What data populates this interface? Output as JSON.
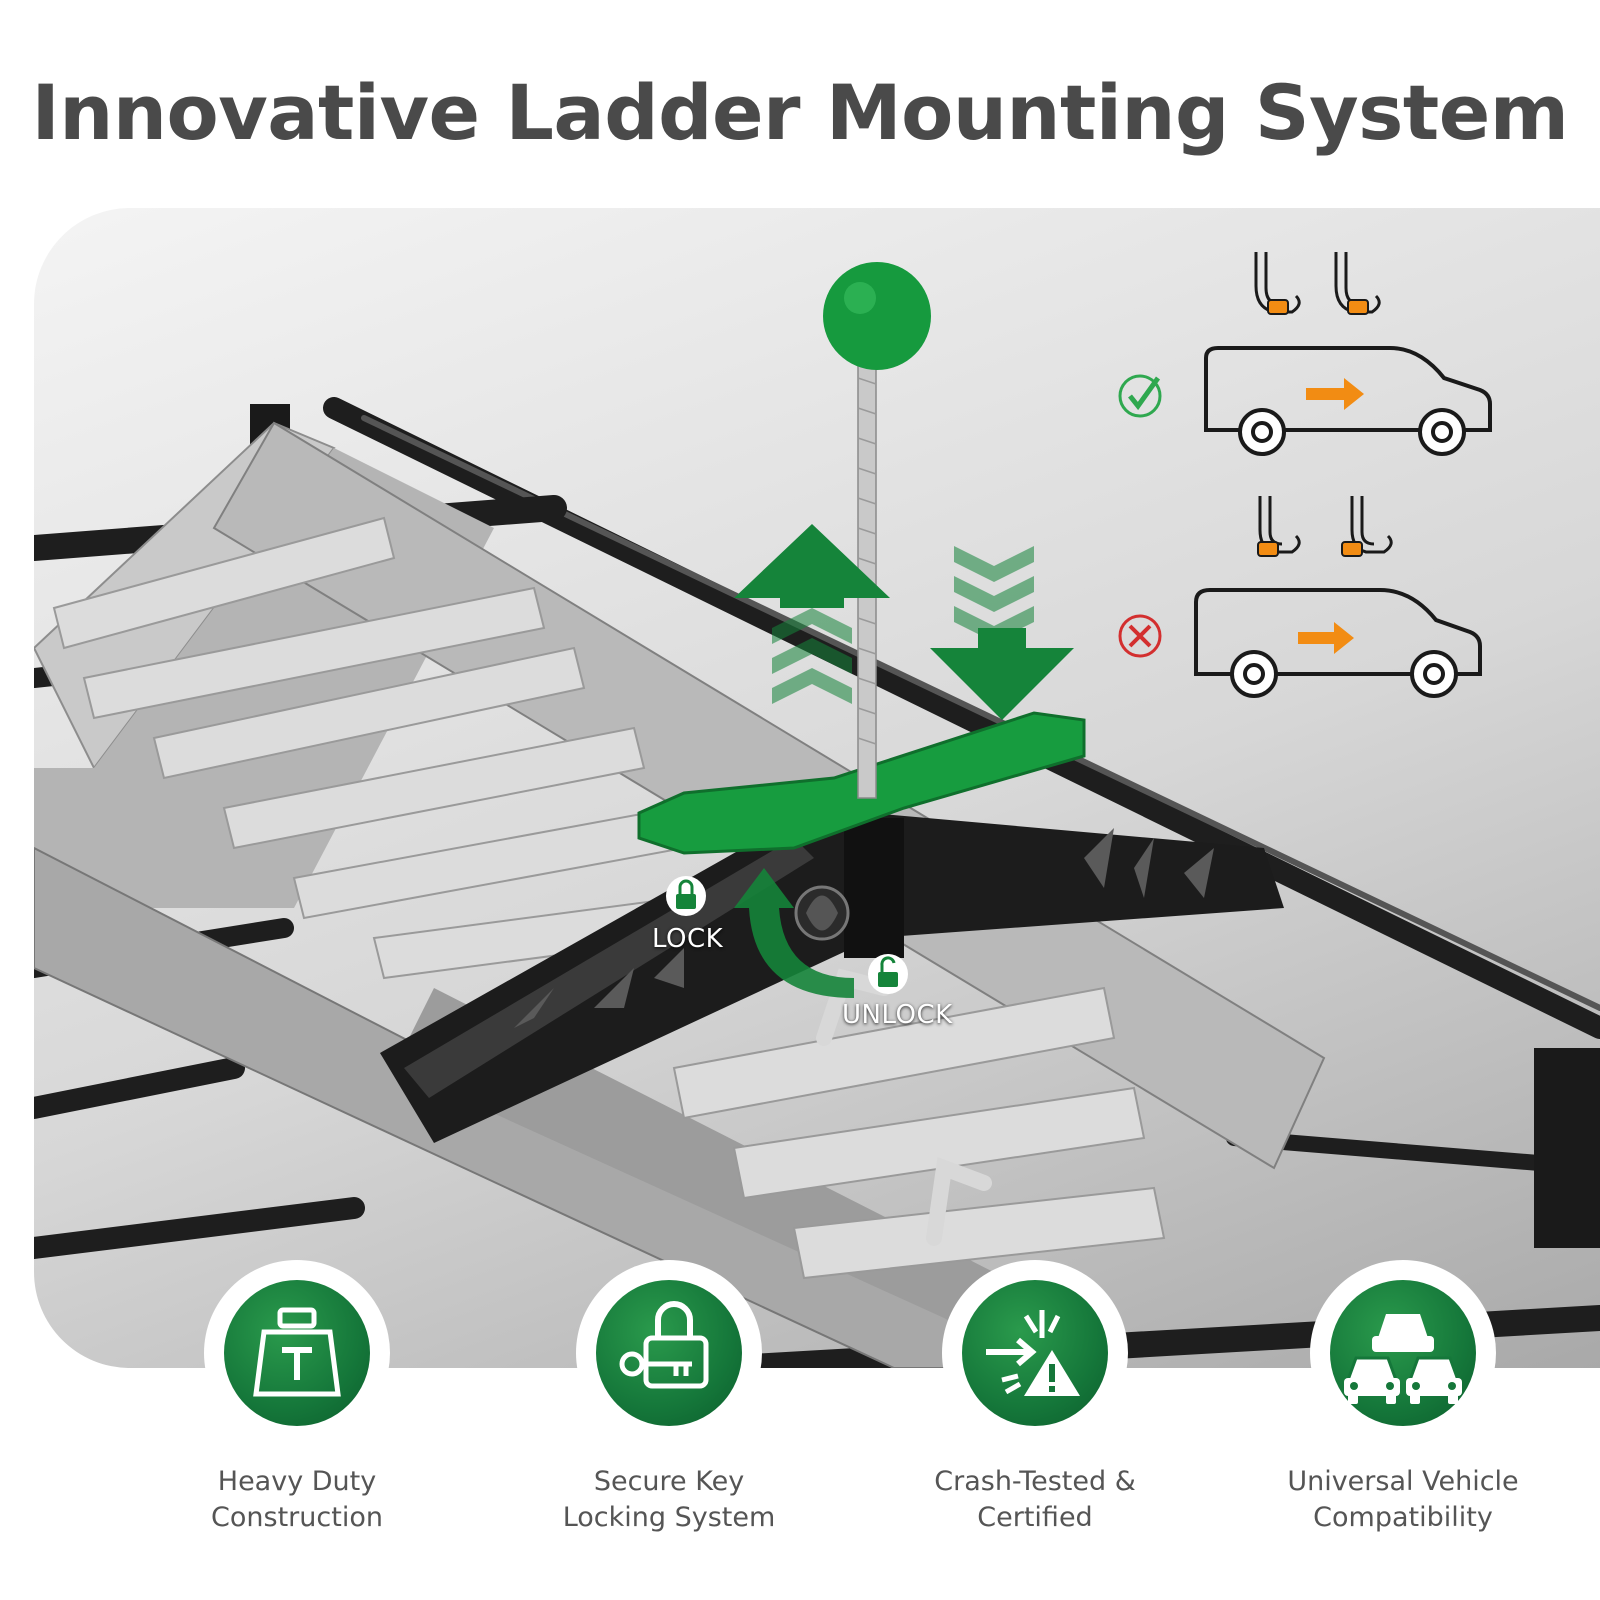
{
  "title": "Innovative Ladder Mounting System",
  "diagram": {
    "lock_label": "LOCK",
    "unlock_label": "UNLOCK",
    "correct_mount_icon": "check-icon",
    "incorrect_mount_icon": "cross-icon",
    "accent_color": "#14853c",
    "arrow_color": "#f28c13"
  },
  "features": [
    {
      "icon": "weight-icon",
      "line1": "Heavy Duty",
      "line2": "Construction"
    },
    {
      "icon": "key-lock-icon",
      "line1": "Secure Key",
      "line2": "Locking System"
    },
    {
      "icon": "crash-warning-icon",
      "line1": "Crash-Tested &",
      "line2": "Certified"
    },
    {
      "icon": "vehicles-icon",
      "line1": "Universal Vehicle",
      "line2": "Compatibility"
    }
  ]
}
